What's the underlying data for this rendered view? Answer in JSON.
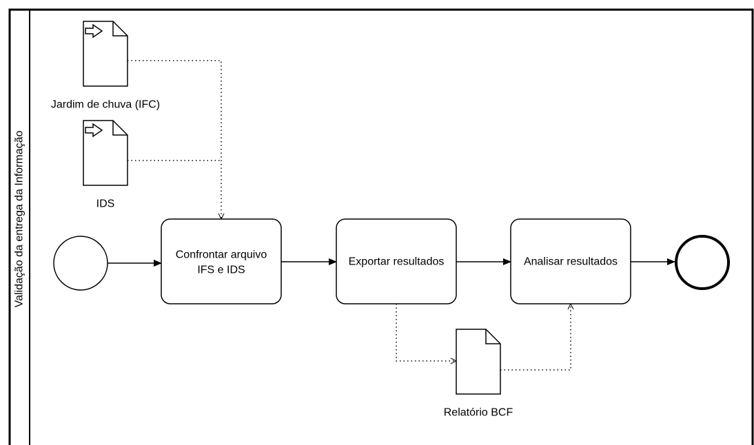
{
  "pool": {
    "lane_label": "Validação da entrega da Informação"
  },
  "data_inputs": {
    "ifc": {
      "label": "Jardim de chuva (IFC)",
      "icon": "data-input-icon"
    },
    "ids": {
      "label": "IDS",
      "icon": "data-input-icon"
    }
  },
  "tasks": {
    "confront": {
      "line1": "Confrontar arquivo",
      "line2": "IFS e IDS"
    },
    "export": {
      "label": "Exportar resultados"
    },
    "analyze": {
      "label": "Analisar resultados"
    }
  },
  "data_objects": {
    "bcf": {
      "label": "Relatório BCF",
      "icon": "data-object-icon"
    }
  },
  "events": {
    "start": {
      "type": "start-event"
    },
    "end": {
      "type": "end-event"
    }
  },
  "colors": {
    "stroke": "#000000",
    "background": "#ffffff"
  }
}
